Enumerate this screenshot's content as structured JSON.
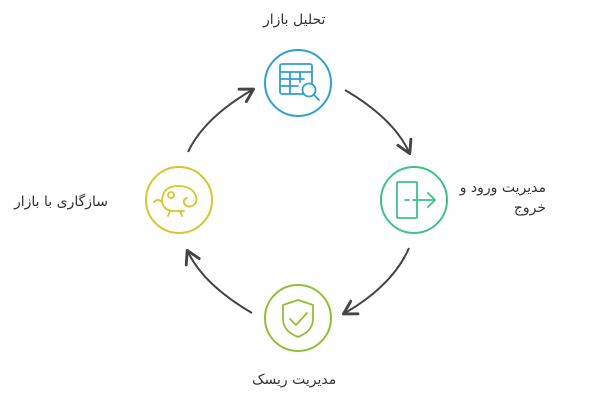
{
  "diagram": {
    "nodes": [
      {
        "id": "market-analysis",
        "label": "تحلیل بازار",
        "icon": "table-search-icon",
        "color": "#2f9fd3"
      },
      {
        "id": "entry-exit",
        "label": "مدیریت ورود و خروج",
        "icon": "door-exit-icon",
        "color": "#3cc38a"
      },
      {
        "id": "risk",
        "label": "مدیریت ریسک",
        "icon": "shield-check-icon",
        "color": "#8fbf3b"
      },
      {
        "id": "adaptation",
        "label": "سازگاری با بازار",
        "icon": "chameleon-icon",
        "color": "#d8c52f"
      }
    ],
    "arrow_color": "#444444"
  }
}
